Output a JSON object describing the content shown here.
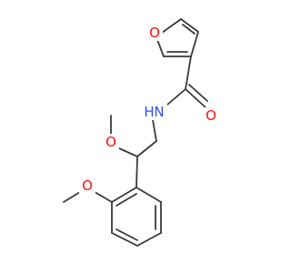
{
  "molecule": {
    "atoms": {
      "furan_o": {
        "label": "O",
        "color": "#ff0d0d"
      },
      "amide_o": {
        "label": "O",
        "color": "#ff0d0d"
      },
      "amide_n": {
        "label": "N",
        "color": "#3050f8"
      },
      "ether_o_1": {
        "label": "O",
        "color": "#ff0d0d"
      },
      "ether_o_2": {
        "label": "O",
        "color": "#ff0d0d"
      },
      "amide_h": {
        "label": "H",
        "color": "#3050f8"
      }
    }
  }
}
